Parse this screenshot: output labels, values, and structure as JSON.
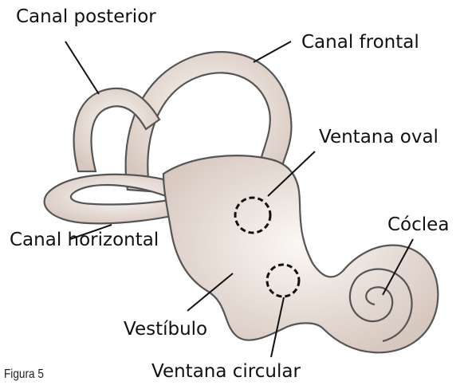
{
  "labels": {
    "canal_posterior": "Canal posterior",
    "canal_frontal": "Canal frontal",
    "ventana_oval": "Ventana oval",
    "coclea": "Cóclea",
    "canal_horizontal": "Canal horizontal",
    "vestibulo": "Vestíbulo",
    "ventana_circular": "Ventana circular"
  },
  "caption": "Figura 5",
  "colors": {
    "fill_light": "#f7f2ee",
    "fill_dark": "#d7c8bf",
    "outline": "#555555",
    "text": "#111111"
  }
}
